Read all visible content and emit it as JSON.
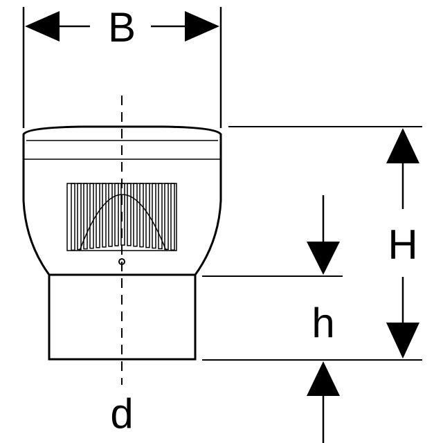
{
  "labels": {
    "width": "B",
    "total_height": "H",
    "socket_height": "h",
    "diameter": "d"
  },
  "colors": {
    "line": "#000000",
    "background": "#ffffff"
  }
}
